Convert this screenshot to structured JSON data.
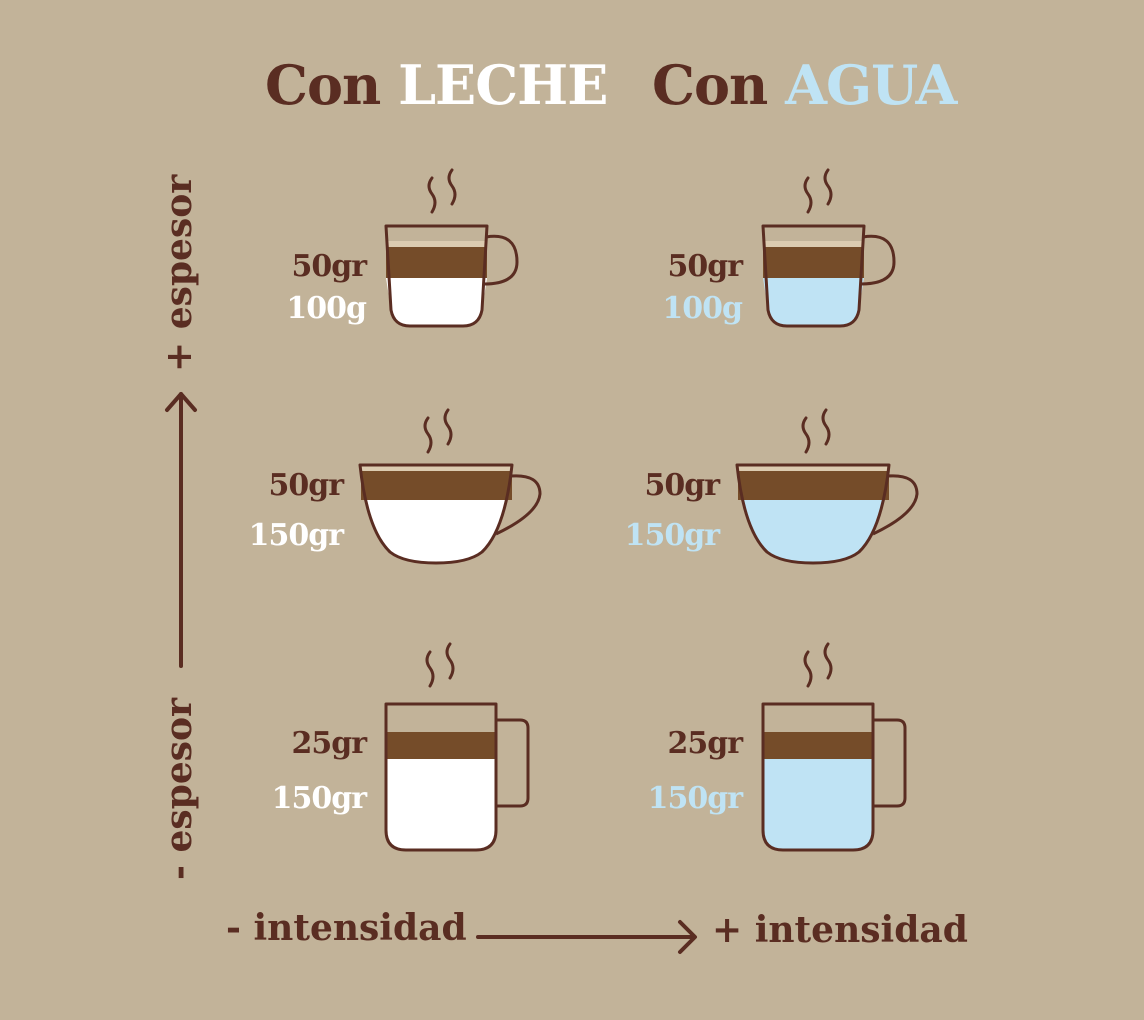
{
  "titles": {
    "leche": {
      "prefix": "Con ",
      "highlight": "LECHE"
    },
    "agua": {
      "prefix": "Con ",
      "highlight": "AGUA"
    }
  },
  "cups": {
    "leche_small": {
      "coffee": "50gr",
      "liquid": "100g"
    },
    "agua_small": {
      "coffee": "50gr",
      "liquid": "100g"
    },
    "leche_medium": {
      "coffee": "50gr",
      "liquid": "150gr"
    },
    "agua_medium": {
      "coffee": "50gr",
      "liquid": "150gr"
    },
    "leche_mug": {
      "coffee": "25gr",
      "liquid": "150gr"
    },
    "agua_mug": {
      "coffee": "25gr",
      "liquid": "150gr"
    }
  },
  "axes": {
    "y_top": "+ espesor",
    "y_bottom": "- espesor",
    "x_left": "- intensidad",
    "x_right": "+ intensidad"
  },
  "colors": {
    "background": "#c2b399",
    "outline": "#5a2d22",
    "coffee": "#754c29",
    "crema": "#dccbb0",
    "milk": "#ffffff",
    "water": "#bfe3f4"
  }
}
